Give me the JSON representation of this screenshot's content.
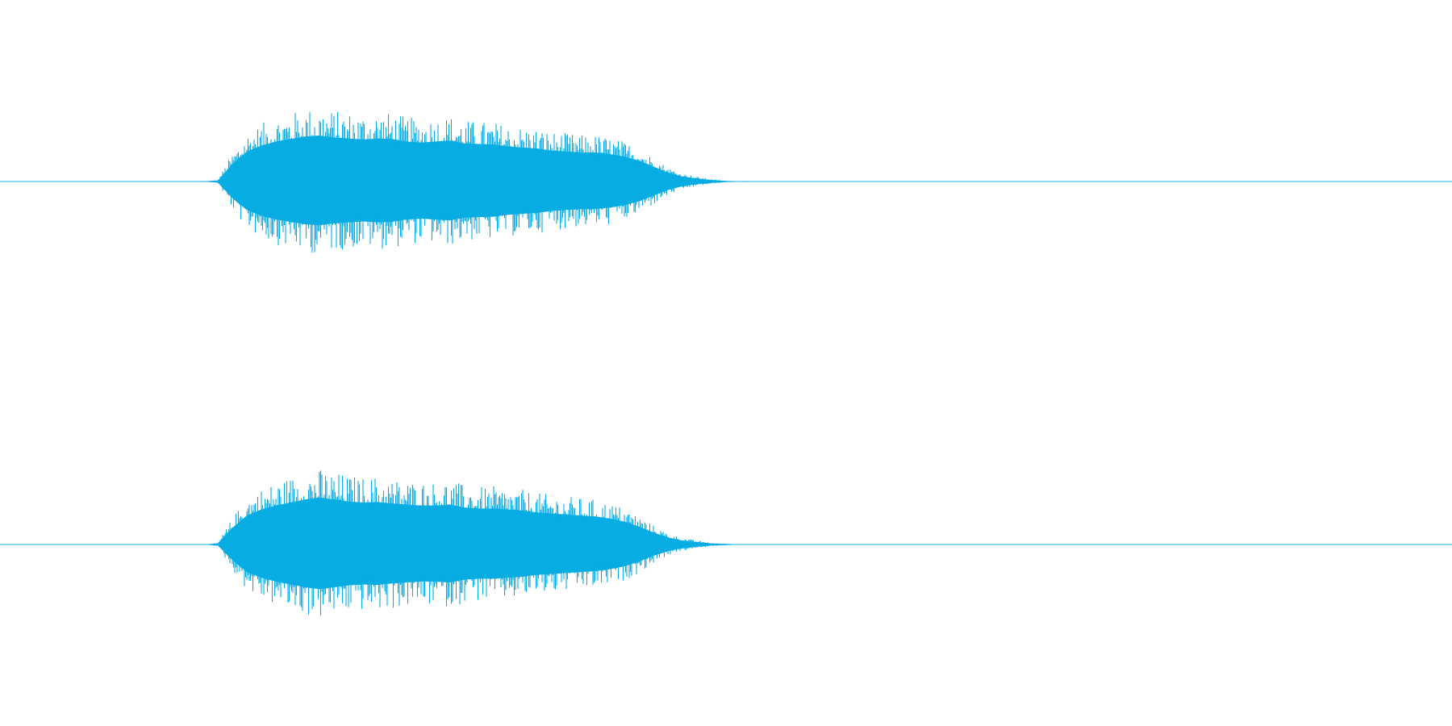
{
  "waveform": {
    "color": "#06ace2",
    "background": "#ffffff",
    "channels": [
      {
        "name": "channel-1",
        "envelope": [
          0,
          0,
          0,
          0,
          0,
          0,
          0,
          0,
          0,
          0,
          0,
          0,
          0,
          0,
          0,
          0.02,
          0.35,
          0.6,
          0.72,
          0.8,
          0.85,
          0.9,
          0.92,
          0.88,
          0.86,
          0.84,
          0.86,
          0.85,
          0.8,
          0.78,
          0.8,
          0.82,
          0.76,
          0.75,
          0.74,
          0.7,
          0.68,
          0.66,
          0.62,
          0.6,
          0.58,
          0.58,
          0.55,
          0.5,
          0.42,
          0.3,
          0.18,
          0.1,
          0.06,
          0.03,
          0.01,
          0.005,
          0,
          0,
          0,
          0,
          0,
          0,
          0,
          0,
          0,
          0,
          0,
          0,
          0,
          0,
          0,
          0,
          0,
          0,
          0,
          0,
          0,
          0,
          0,
          0,
          0,
          0,
          0,
          0,
          0,
          0,
          0,
          0,
          0,
          0,
          0,
          0,
          0,
          0,
          0,
          0,
          0,
          0,
          0,
          0,
          0,
          0,
          0,
          0
        ]
      },
      {
        "name": "channel-2",
        "envelope": [
          0,
          0,
          0,
          0,
          0,
          0,
          0,
          0,
          0,
          0,
          0,
          0,
          0,
          0,
          0,
          0.02,
          0.33,
          0.58,
          0.7,
          0.78,
          0.84,
          0.9,
          0.94,
          0.9,
          0.86,
          0.84,
          0.85,
          0.82,
          0.8,
          0.78,
          0.78,
          0.8,
          0.74,
          0.72,
          0.72,
          0.7,
          0.68,
          0.64,
          0.62,
          0.6,
          0.58,
          0.56,
          0.52,
          0.46,
          0.36,
          0.24,
          0.14,
          0.08,
          0.05,
          0.02,
          0.01,
          0.005,
          0,
          0,
          0,
          0,
          0,
          0,
          0,
          0,
          0,
          0,
          0,
          0,
          0,
          0,
          0,
          0,
          0,
          0,
          0,
          0,
          0,
          0,
          0,
          0,
          0,
          0,
          0,
          0,
          0,
          0,
          0,
          0,
          0,
          0,
          0,
          0,
          0,
          0,
          0,
          0,
          0,
          0,
          0,
          0,
          0,
          0,
          0,
          0
        ]
      }
    ]
  }
}
